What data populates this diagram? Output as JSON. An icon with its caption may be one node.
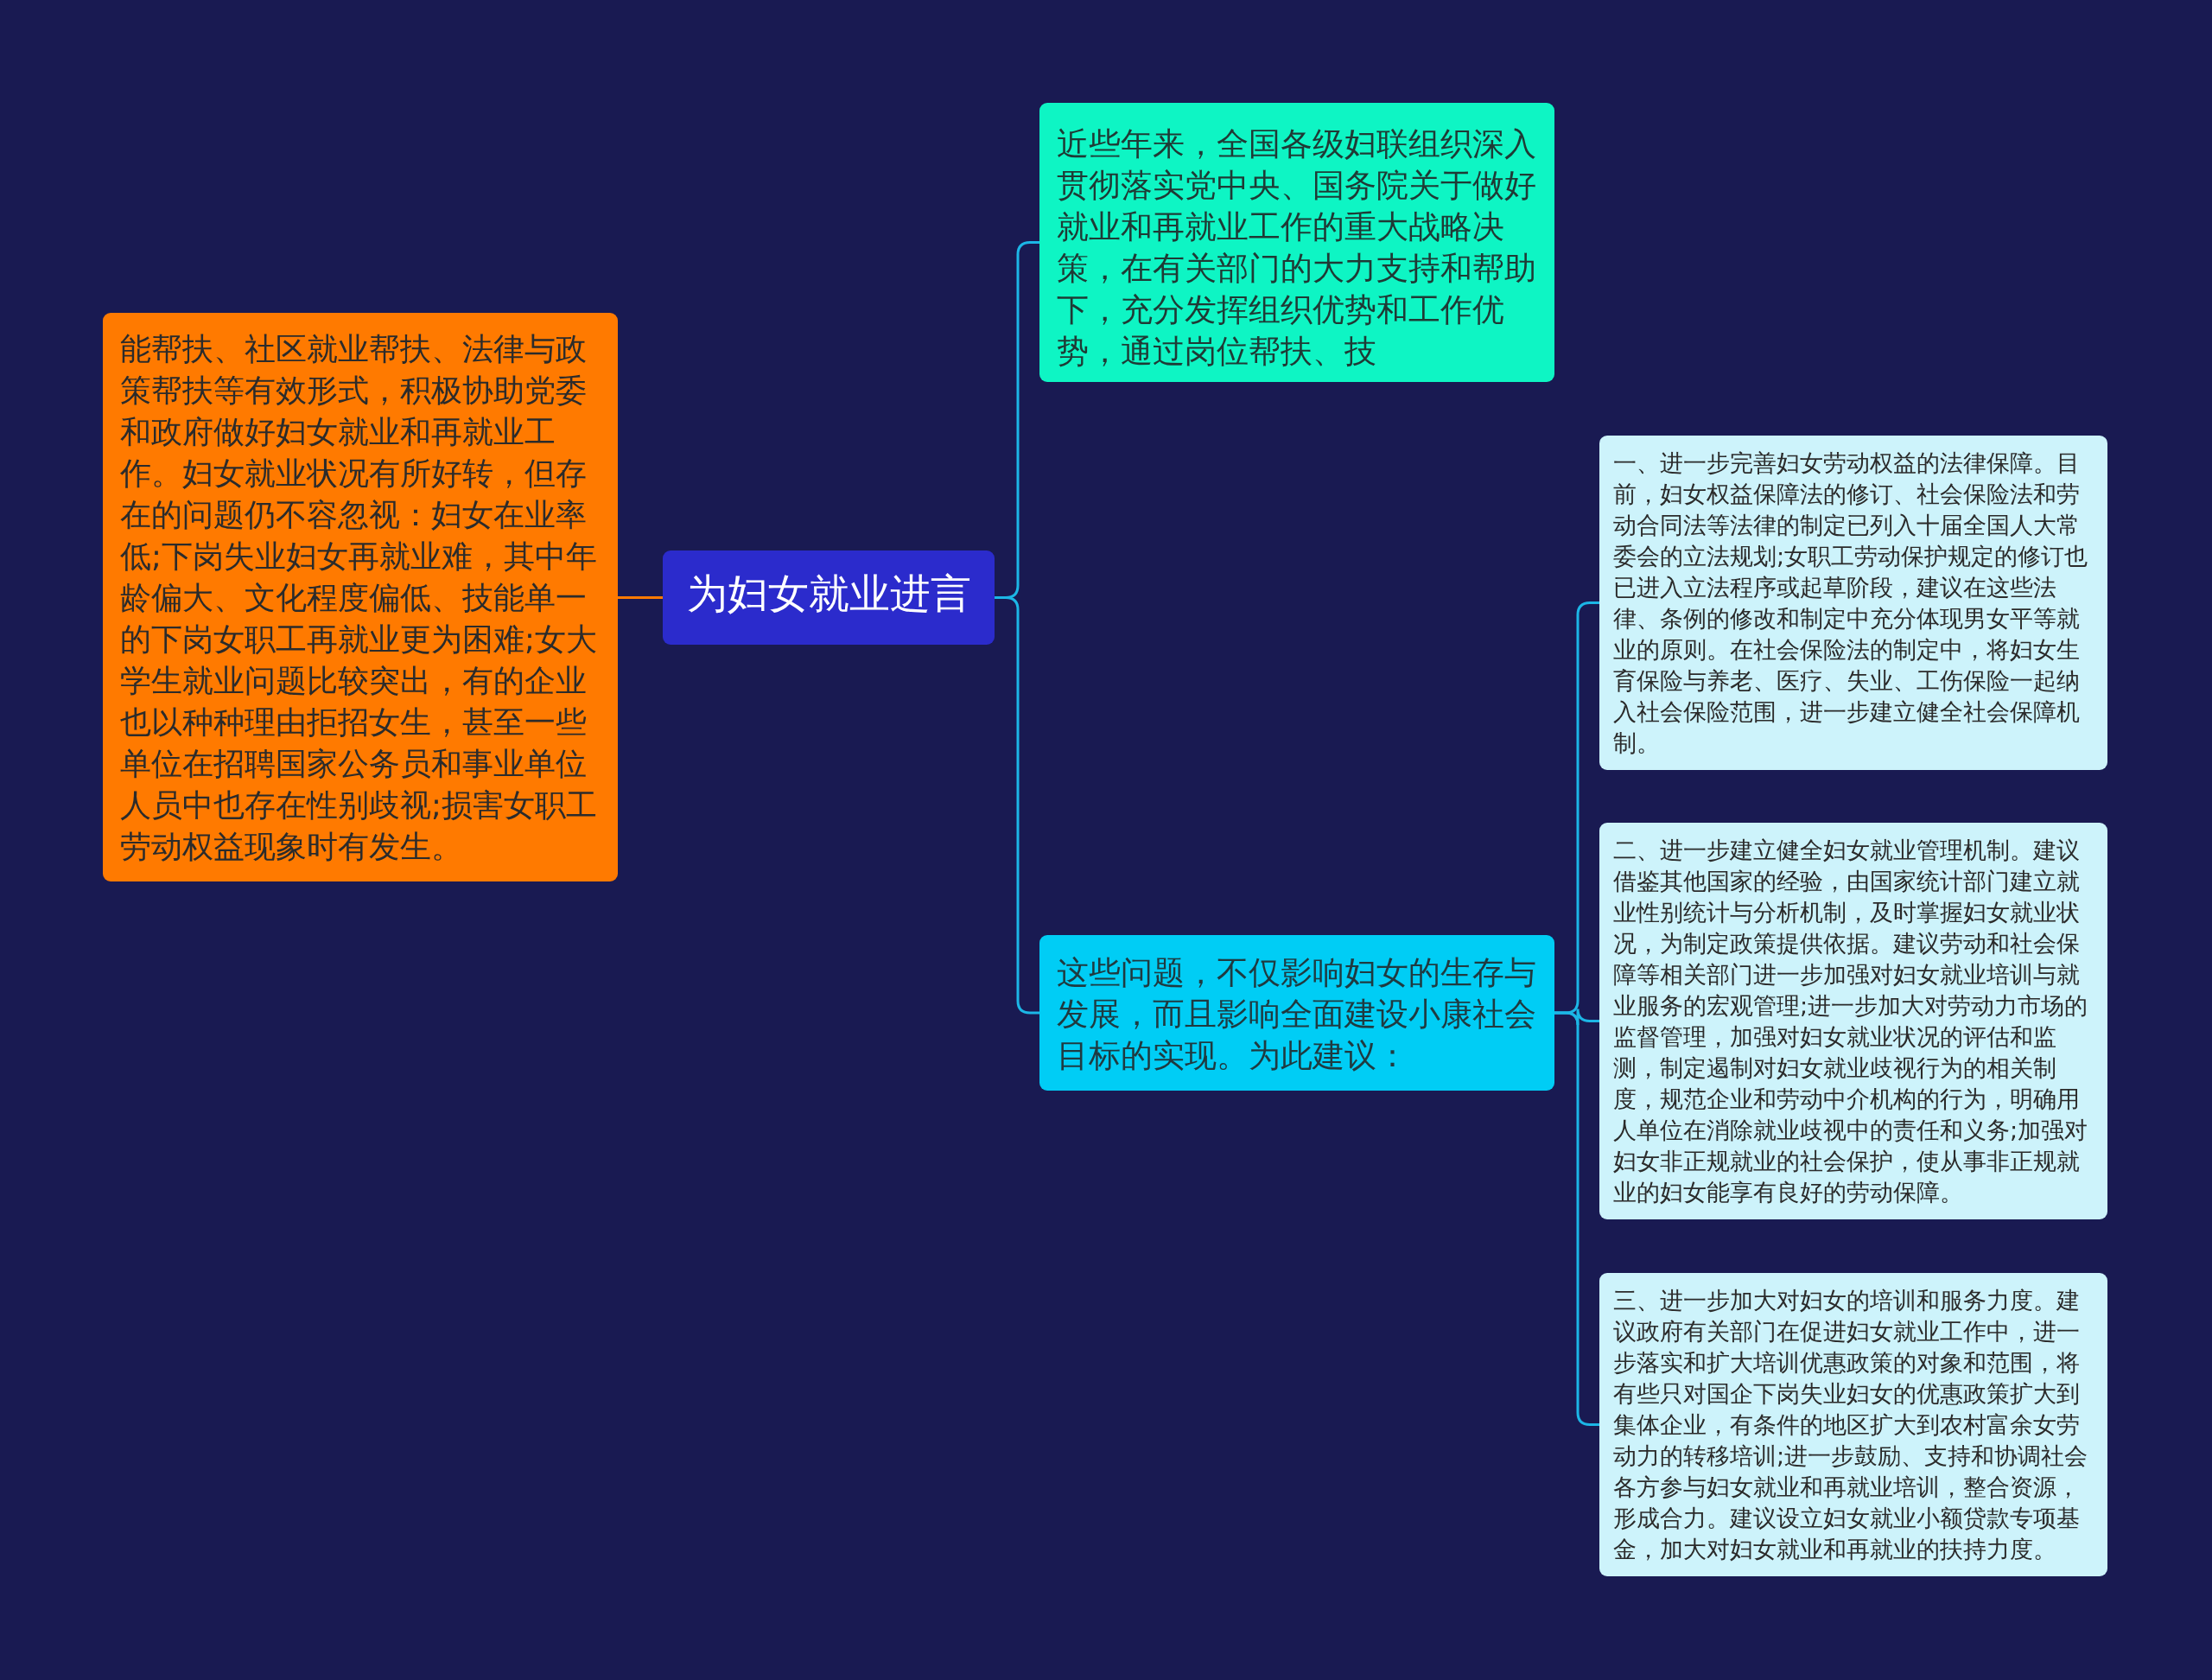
{
  "diagram": {
    "nodes": [
      {
        "text": [
          "为妇女就业进言"
        ]
      },
      {
        "text": [
          "能帮扶、社区就业帮扶、法律与政策帮扶等有效形式，积极协助党委和政府做好妇女就业和再就业工作。妇女就业状况有所好转，但存在的问题仍不容忽视：妇女在业率低;下岗失业妇女再就业难，其中年龄偏大、文化程度偏低、技能单一的下岗女职工再就业更为困难;女大学生就业问题比较突出，有的企业也以种种理由拒招女生，甚至一些单位在招聘国家公务员和事业单位人员中也存在性别歧视;损害女职工劳动权益现象时有发生。"
        ]
      },
      {
        "text": [
          "近些年来，全国各级妇联组织深入贯彻落实党中央、国务院关于做好就业和再就业工作的重大战略决策，在有关部门的大力支持和帮助下，充分发挥组织优势和工作优势，通过岗位帮扶、技"
        ]
      },
      {
        "text": [
          "这些问题，不仅影响妇女的生存与发展，而且影响全面建设小康社会目标的实现。为此建议："
        ]
      },
      {
        "text": [
          "一、进一步完善妇女劳动权益的法律保障。目前，妇女权益保障法的修订、社会保险法和劳动合同法等法律的制定已列入十届全国人大常委会的立法规划;女职工劳动保护规定的修订也已进入立法程序或起草阶段，建议在这些法律、条例的修改和制定中充分体现男女平等就业的原则。在社会保险法的制定中，将妇女生育保险与养老、医疗、失业、工伤保险一起纳入社会保险范围，进一步建立健全社会保障机制。"
        ]
      },
      {
        "text": [
          "二、进一步建立健全妇女就业管理机制。建议借鉴其他国家的经验，由国家统计部门建立就业性别统计与分析机制，及时掌握妇女就业状况，为制定政策提供依据。建议劳动和社会保障等相关部门进一步加强对妇女就业培训与就业服务的宏观管理;进一步加大对劳动力市场的监督管理，加强对妇女就业状况的评估和监测，制定遏制对妇女就业歧视行为的相关制度，规范企业和劳动中介机构的行为，明确用人单位在消除就业歧视中的责任和义务;加强对妇女非正规就业的社会保护，使从事非正规就业的妇女能享有良好的劳动保障。"
        ]
      },
      {
        "text": [
          "三、进一步加大对妇女的培训和服务力度。建议政府有关部门在促进妇女就业工作中，进一步落实和扩大培训优惠政策的对象和范围，将有些只对国企下岗失业妇女的优惠政策扩大到集体企业，有条件的地区扩大到农村富余女劳动力的转移培训;进一步鼓励、支持和协调社会各方参与妇女就业和再就业培训，整合资源，形成合力。建议设立妇女就业小额贷款专项基金，加大对妇女就业和再就业的扶持力度。"
        ]
      }
    ],
    "edges": [
      {
        "from": 0,
        "to": 1,
        "arrow": "none",
        "color": "#ff7a00"
      },
      {
        "from": 0,
        "to": 2,
        "arrow": "none"
      },
      {
        "from": 0,
        "to": 3,
        "arrow": "none"
      },
      {
        "from": 3,
        "to": 4,
        "arrow": "none"
      },
      {
        "from": 3,
        "to": 5,
        "arrow": "none"
      },
      {
        "from": 3,
        "to": 6,
        "arrow": "none"
      }
    ]
  }
}
